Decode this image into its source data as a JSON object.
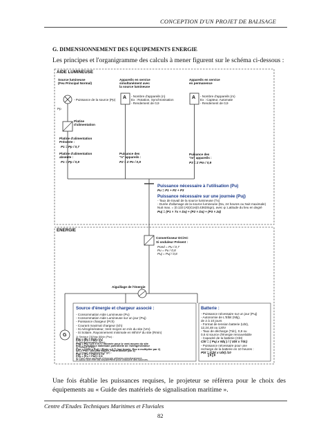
{
  "header": {
    "title": "CONCEPTION D'UN PROJET DE BALISAGE"
  },
  "section_title": "G. DIMENSIONNEMENT DES EQUIPEMENTS ENERGIE",
  "intro": "Les principes et l'organigramme des calculs à mener figurent sur le schéma ci-dessous :",
  "diagram": {
    "aide": {
      "title": "AIDE LUMINEUSE",
      "source_title": [
        "Source lumineuse",
        "(Feu Principal Normal)"
      ],
      "source_power": "- Puissance de la source (Pp)",
      "pp": "Pp",
      "app_sim_title": [
        "Appareils en service",
        "simultanément avec",
        "la source lumineuse"
      ],
      "app_sim_box": "A",
      "app_sim_desc": [
        "- Nombre d'appareils (n)",
        "Ex : Rotation, Synchronisation",
        "- Rendement de 0,9"
      ],
      "app_perm_title": [
        "Appareils en service",
        "en permanence"
      ],
      "app_perm_box": "A",
      "app_perm_desc": [
        "- Nombre d'appareils (m)",
        "Ex : Capteur, Automate",
        "- Rendement de 0,9"
      ],
      "platine": [
        "Platine",
        "d'alimentation"
      ],
      "platine_present": [
        "Platine d'alimentation",
        "Présente :"
      ],
      "platine_present_formula": "P1 = Pp / 0,7",
      "platine_absente": [
        "Platine d'alimentation",
        "absente :"
      ],
      "platine_absente_formula": "P1 = Pp / 0,9",
      "p2_title": [
        "Puisance des",
        "\"n\" appareils :"
      ],
      "p2_formula": "P2 = Σ Pn / 0,9",
      "p3_title": [
        "Puisance des",
        "\"m\" appareils :"
      ],
      "p3_formula": "P3 = Σ Pm / 0,9",
      "pu_title": "Puissance nécessaire à l'utilisation (Pu)",
      "pu_formula": "Pu = P1 + P2 + P3",
      "puj_title": "Puissance nécessaire sur une journée (Puj)",
      "puj_lines": [
        "- Taux de travail de la source lumineuse (Tx)",
        "- Durée d'allumage de la source lumineuse (Da, 24 heures ou Nuit maximale)",
        "Nuit max. = (0.133 (Ab)Cos(0.4363Sign), avec φ: Latitude du lieu en degré"
      ],
      "puj_formula": "Puj = (P1 × Tx × Da) + (P2 × Da) + (P3 × 24)"
    },
    "energie": {
      "title": "ENERGIE",
      "conv_title": [
        "Convertisseur DC/AC",
        "Si onduleur Présent :"
      ],
      "conv_formulas": [
        "Pond = Pu / 0,7",
        "Pu = Pu / 0,8",
        "Puj = Puj / 0,8"
      ],
      "aiguillage": "Aiguillage de l'énergie",
      "source_title": "Source d'énergie et chargeur associé :",
      "source_lines": [
        "- Consommation Aide Lumineuse (Pu)",
        "- Consommation Aide Lumineuse sur un jour (Puj)",
        "- Puissance chargeur (Pch)",
        "- Courant maximal chargeur (Ich)",
        "- Si Aérogénérateur, Vent moyen en m/s du site (Vm)",
        "- Si Solaire, Rayonnement minimale en Wh/m² du site (Rmin)"
      ],
      "source_cases": [
        "1) Secteur 230Vac 50Hz (Psc) :",
        "Psc = (Pu + Pch) / 0,7",
        "Pch = (Pu + Pbt) / 0,8",
        "2) Aérogénérateur (Pag) :",
        "Pag = Puj / (24 x 0,7) , donnée pour le vent moyen du site",
        "Pc6 = Puissance maximale potentielle de l'aérogénérateur",
        "3) Solaire (Pso) :",
        "Pso = (1000 x Puj) / (Rmin x 0,7) (sur bouée, Pso à multiplier par 2)",
        "Ich = Pso / Ubt (sur bouée, Pso à diviser par 3)",
        "4) Groupe électrogène (Pge) :",
        "Pge = (Pu + Pbt) / 0,75",
        "Pch = (Pu + Pbt) / 0,8",
        "5) Pour deux sources d'énergie utilisées simultanément,",
        "le calcul doit être fait séparément pour chacune des sources."
      ],
      "g_label": "G",
      "battery_title": "Batterie :",
      "battery_lines": [
        "- Puissance nécessaire sur un jour (Puj)",
        "- Autonomie de L'Elbit (Nbj),",
        "de 2 à 10 jours",
        "- Format de tension batterie (Ubt),",
        "12,24,48 ou 120V",
        "- Taux de décharge (Tdc), 0,8 ou",
        "0,6 si source d'énergie renouvelable",
        "- Capacité de la batterie (Cbt)"
      ],
      "battery_formula1": "Cbt = ( Puj x Nbj ) / ( Ubt x Tdc)",
      "battery_note": [
        "- Puissance nécessaire pour une",
        "recharge de la batterie en 10 heures :"
      ],
      "battery_formula2": "Pbt = (Cbt x Ubt) /10"
    }
  },
  "outro": "Une fois établie les puissances requises, le projeteur se réfèrera pour le choix des équipements au « Guide des matériels de signalisation maritime ».",
  "footer": {
    "left": "Centre d'Etudes Techniques Maritimes et Fluviales",
    "page": "82"
  }
}
